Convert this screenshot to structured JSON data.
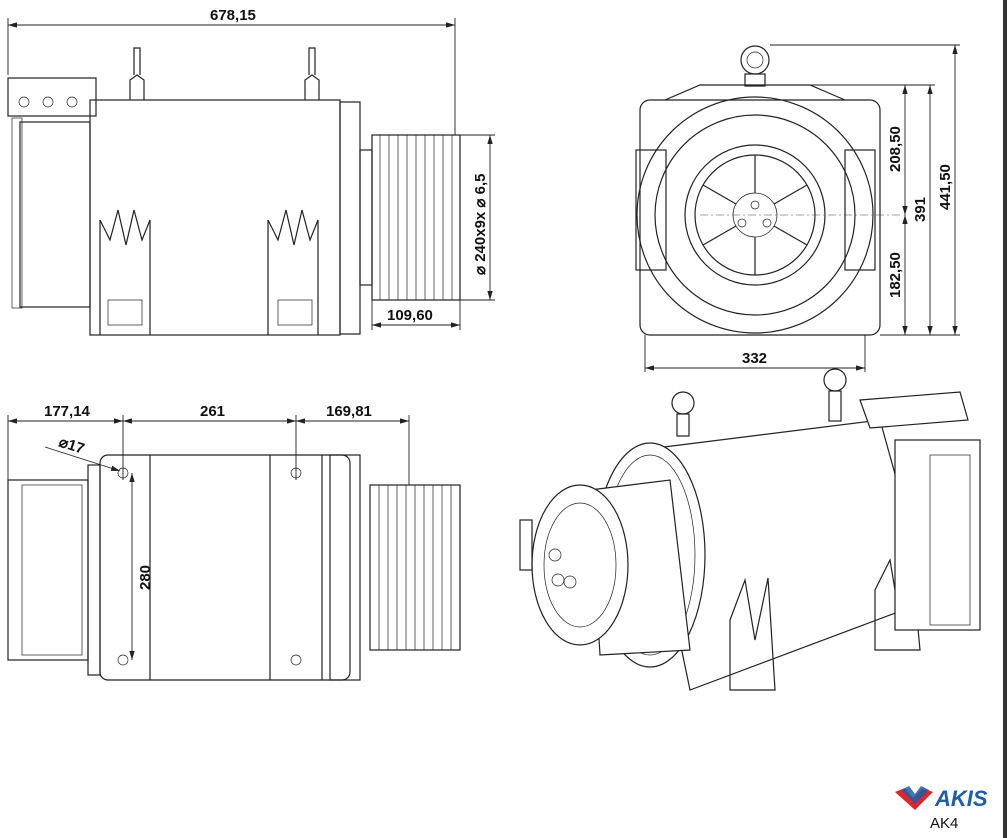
{
  "drawing": {
    "side_view": {
      "overall_length": "678,15",
      "sheave_spec": "⌀ 240x9x ⌀ 6,5",
      "sheave_width": "109,60"
    },
    "front_view": {
      "upper_height": "208,50",
      "total_height": "391",
      "overall_height": "441,50",
      "lower_height": "182,50",
      "width": "332"
    },
    "top_view": {
      "left_offset": "177,14",
      "hole_spacing": "261",
      "right_offset": "169,81",
      "hole_diameter": "⌀17",
      "hole_span": "280"
    }
  },
  "brand": {
    "logo_text": "AKIS",
    "model": "AK4",
    "colors": {
      "red": "#e0262b",
      "blue": "#1d5ea8"
    }
  }
}
